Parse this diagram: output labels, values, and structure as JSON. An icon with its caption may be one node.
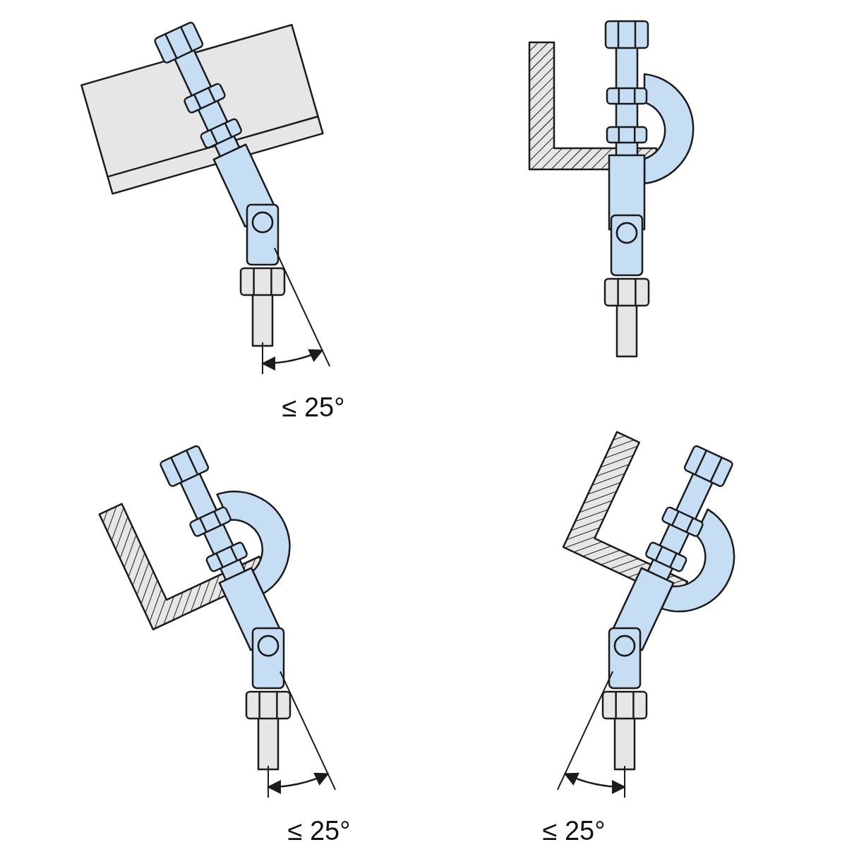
{
  "diagram": {
    "labels": [
      "≤ 25°",
      "≤ 25°",
      "≤ 25°"
    ]
  }
}
